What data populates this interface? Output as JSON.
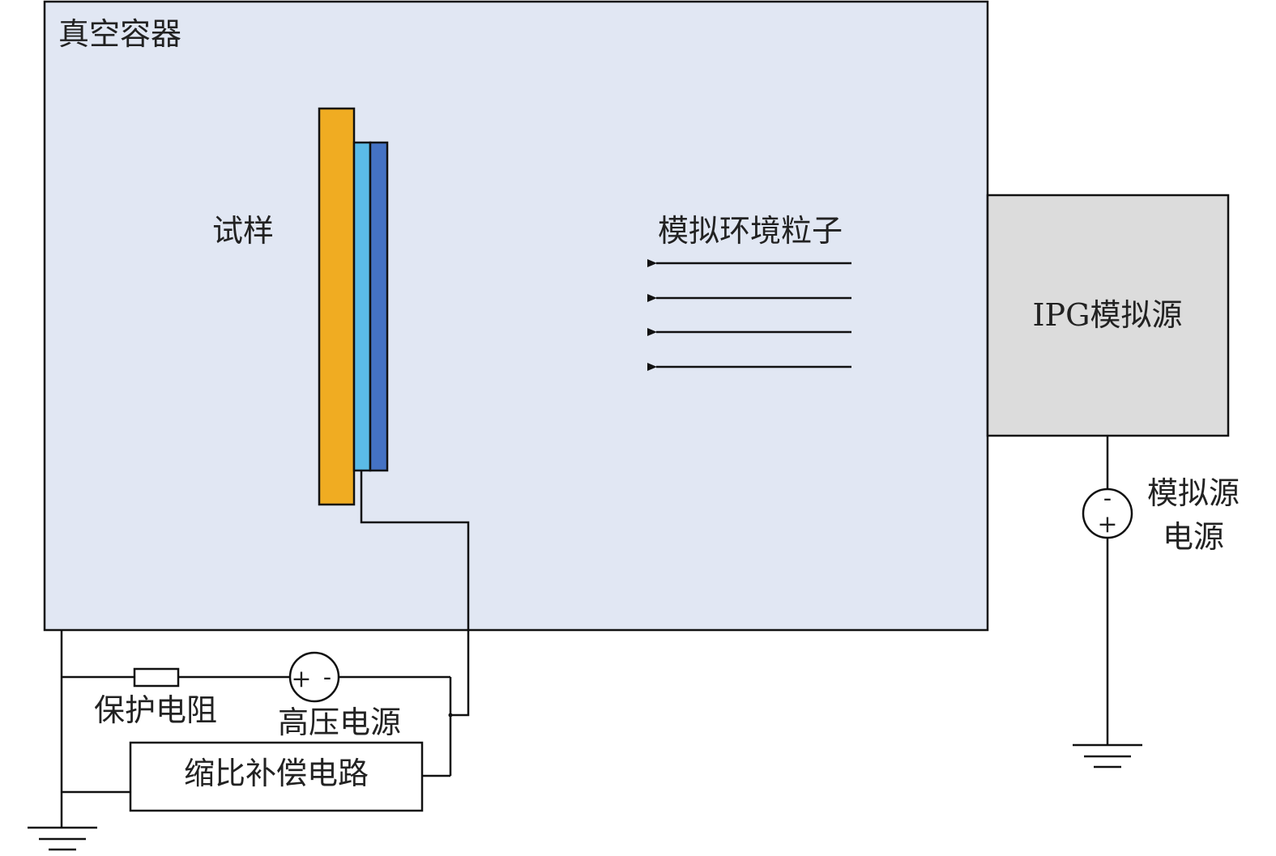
{
  "labels": {
    "vacuum": "真空容器",
    "sample": "试样",
    "particles": "模拟环境粒子",
    "ipg_source": "IPG模拟源",
    "source_power_line1": "模拟源",
    "source_power_line2": "电源",
    "protect_resistor": "保护电阻",
    "hv_power": "高压电源",
    "compensation": "缩比补偿电路",
    "plus": "+",
    "minus": "-"
  },
  "colors": {
    "vacuum_fill": "#e1e7f3",
    "ipg_fill": "#dcdcdc",
    "sample_orange": "#f0ac22",
    "sample_light_blue": "#5bbbe7",
    "sample_blue": "#4472c4",
    "line": "#111111"
  }
}
